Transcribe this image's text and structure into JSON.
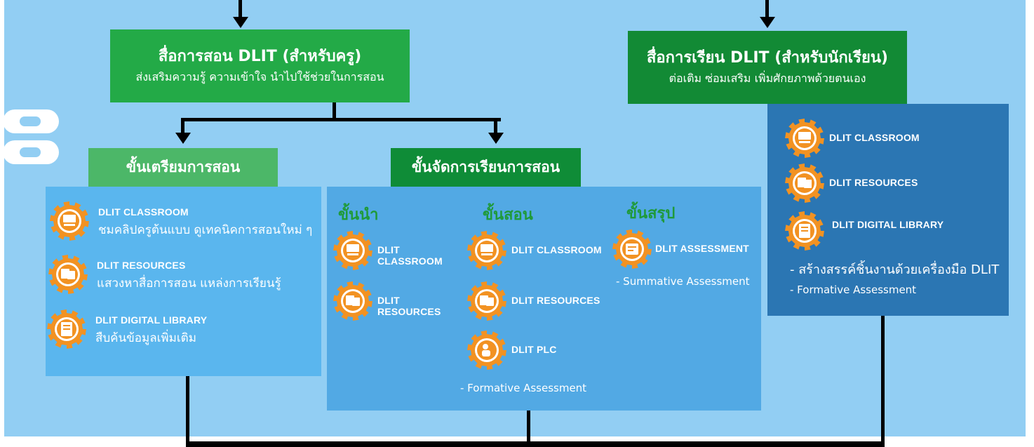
{
  "colors": {
    "panel": "#92cef3",
    "teacher_header": "#23aa47",
    "student_header": "#128a35",
    "prep_step": "#4cb768",
    "manage_step": "#0f8c37",
    "box_light": "#5ab6ee",
    "box_mid": "#52a9e4",
    "box_dark": "#2b76b3",
    "gear": "#f29222",
    "subhead": "#1f9a3a"
  },
  "teacher_header": {
    "title": "สื่อการสอน DLIT (สำหรับครู)",
    "subtitle": "ส่งเสริมความรู้ ความเข้าใจ นำไปใช้ช่วยในการสอน"
  },
  "student_header": {
    "title": "สื่อการเรียน DLIT (สำหรับนักเรียน)",
    "subtitle": "ต่อเติม ซ่อมเสริม เพิ่มศักยภาพด้วยตนเอง"
  },
  "prep_step": {
    "label": "ขั้นเตรียมการสอน",
    "items": [
      {
        "icon": "classroom-icon",
        "name": "DLIT CLASSROOM",
        "desc": "ชมคลิปครูต้นแบบ ดูเทคนิคการสอนใหม่ ๆ"
      },
      {
        "icon": "resources-icon",
        "name": "DLIT RESOURCES",
        "desc": "แสวงหาสื่อการสอน แหล่งการเรียนรู้"
      },
      {
        "icon": "library-icon",
        "name": "DLIT DIGITAL LIBRARY",
        "desc": "สืบค้นข้อมูลเพิ่มเติม"
      }
    ]
  },
  "manage_step": {
    "label": "ขั้นจัดการเรียนการสอน",
    "intro": {
      "heading": "ขั้นนำ",
      "items": [
        {
          "icon": "classroom-icon",
          "name": "DLIT CLASSROOM"
        },
        {
          "icon": "resources-icon",
          "name": "DLIT RESOURCES"
        }
      ]
    },
    "teach": {
      "heading": "ขั้นสอน",
      "items": [
        {
          "icon": "classroom-icon",
          "name": "DLIT CLASSROOM"
        },
        {
          "icon": "resources-icon",
          "name": "DLIT RESOURCES"
        },
        {
          "icon": "plc-icon",
          "name": "DLIT PLC"
        }
      ],
      "note": "- Formative Assessment"
    },
    "conclude": {
      "heading": "ขั้นสรุป",
      "items": [
        {
          "icon": "assessment-icon",
          "name": "DLIT ASSESSMENT"
        }
      ],
      "note": "- Summative Assessment"
    }
  },
  "student_box": {
    "items": [
      {
        "icon": "classroom-icon",
        "name": "DLIT CLASSROOM"
      },
      {
        "icon": "resources-icon",
        "name": "DLIT RESOURCES"
      },
      {
        "icon": "library-icon",
        "name": "DLIT DIGITAL LIBRARY"
      }
    ],
    "line1": "- สร้างสรรค์ชิ้นงานด้วยเครื่องมือ DLIT",
    "line2": "- Formative Assessment"
  }
}
